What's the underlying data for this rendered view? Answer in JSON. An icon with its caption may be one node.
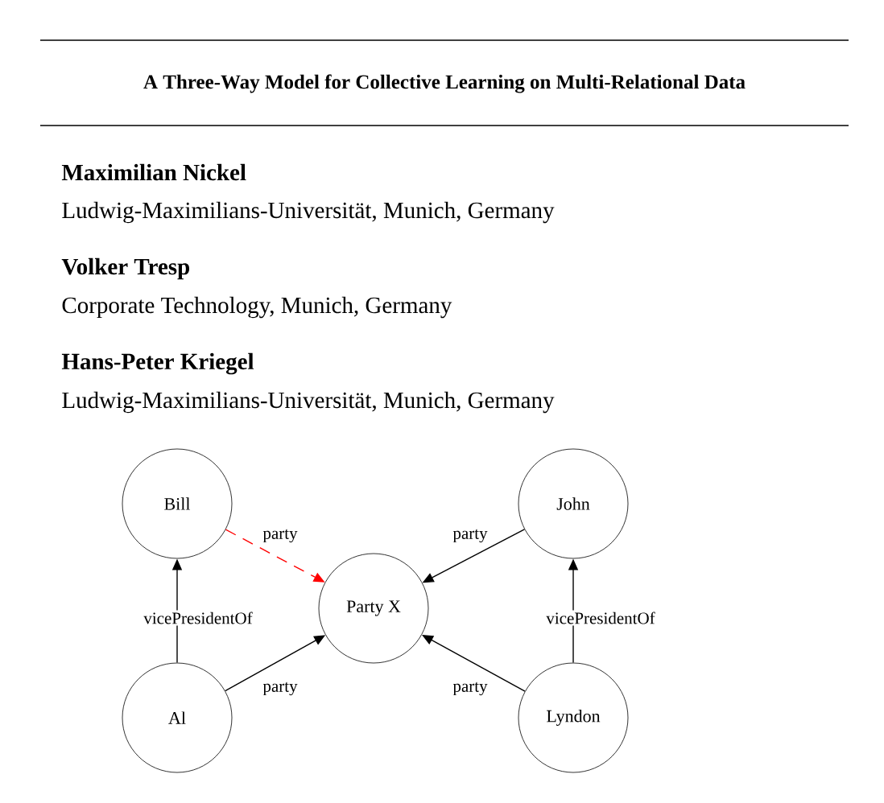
{
  "diagram": {
    "title": "A Three-Way Model for Collective Learning on Multi-Relational Data",
    "nodes": [
      {
        "text": [
          "Bill"
        ]
      },
      {
        "text": [
          "John"
        ]
      },
      {
        "text": [
          "Party X"
        ]
      },
      {
        "text": [
          "Al"
        ]
      },
      {
        "text": [
          "Lyndon"
        ]
      }
    ],
    "edges": [
      {
        "from": 0,
        "to": 2,
        "arrow": "to",
        "label": "party",
        "style": "dashed",
        "color": "#ff0000"
      },
      {
        "from": 1,
        "to": 2,
        "arrow": "to",
        "label": "party"
      },
      {
        "from": 3,
        "to": 0,
        "arrow": "to",
        "label": "vicePresidentOf"
      },
      {
        "from": 3,
        "to": 2,
        "arrow": "to",
        "label": "party"
      },
      {
        "from": 4,
        "to": 2,
        "arrow": "to",
        "label": "party"
      },
      {
        "from": 4,
        "to": 1,
        "arrow": "to",
        "label": "vicePresidentOf"
      }
    ],
    "labels": [
      "Maximilian Nickel",
      "Ludwig-Maximilians-Universität, Munich, Germany",
      "Volker Tresp",
      "Corporate Technology, Munich, Germany",
      "Hans-Peter Kriegel",
      "Ludwig-Maximilians-Universität, Munich, Germany"
    ]
  }
}
